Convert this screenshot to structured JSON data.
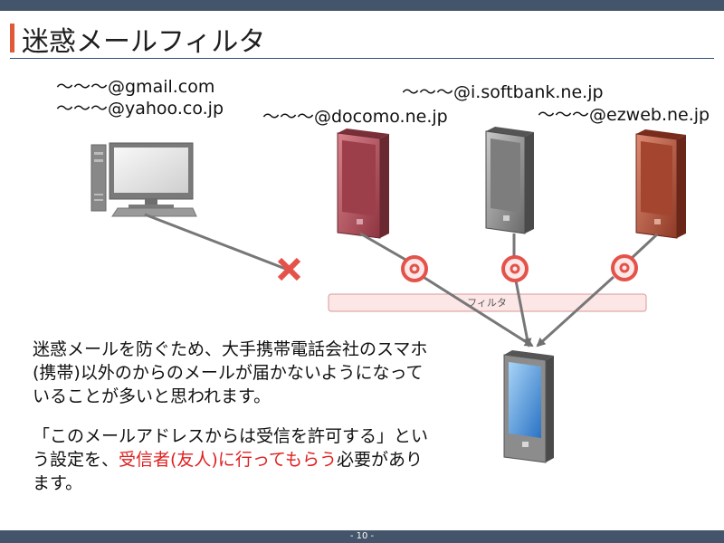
{
  "slide": {
    "title": "迷惑メールフィルタ",
    "page_number": "- 10 -"
  },
  "addresses": {
    "pc_line1": "～～～@gmail.com",
    "pc_line2": "～～～@yahoo.co.jp",
    "docomo": "～～～@docomo.ne.jp",
    "softbank": "～～～@i.softbank.ne.jp",
    "ezweb": "～～～@ezweb.ne.jp"
  },
  "diagram": {
    "filter_label": "フィルタ",
    "colors": {
      "docomo_phone": "#b04a55",
      "softbank_phone": "#8a8a8a",
      "ezweb_phone": "#b5503a",
      "receiver_screen": "#3d8fd8",
      "filter_fill": "#fde6e6",
      "block_mark": "#e5524a",
      "allow_mark": "#e5524a"
    }
  },
  "body": {
    "para1": "迷惑メールを防ぐため、大手携帯電話会社のスマホ(携帯)以外のからのメールが届かないようになっていることが多いと思われます。",
    "para2_prefix": "「このメールアドレスからは受信を許可する」という設定を、",
    "para2_highlight": "受信者(友人)に行ってもらう",
    "para2_suffix": "必要があります。"
  }
}
